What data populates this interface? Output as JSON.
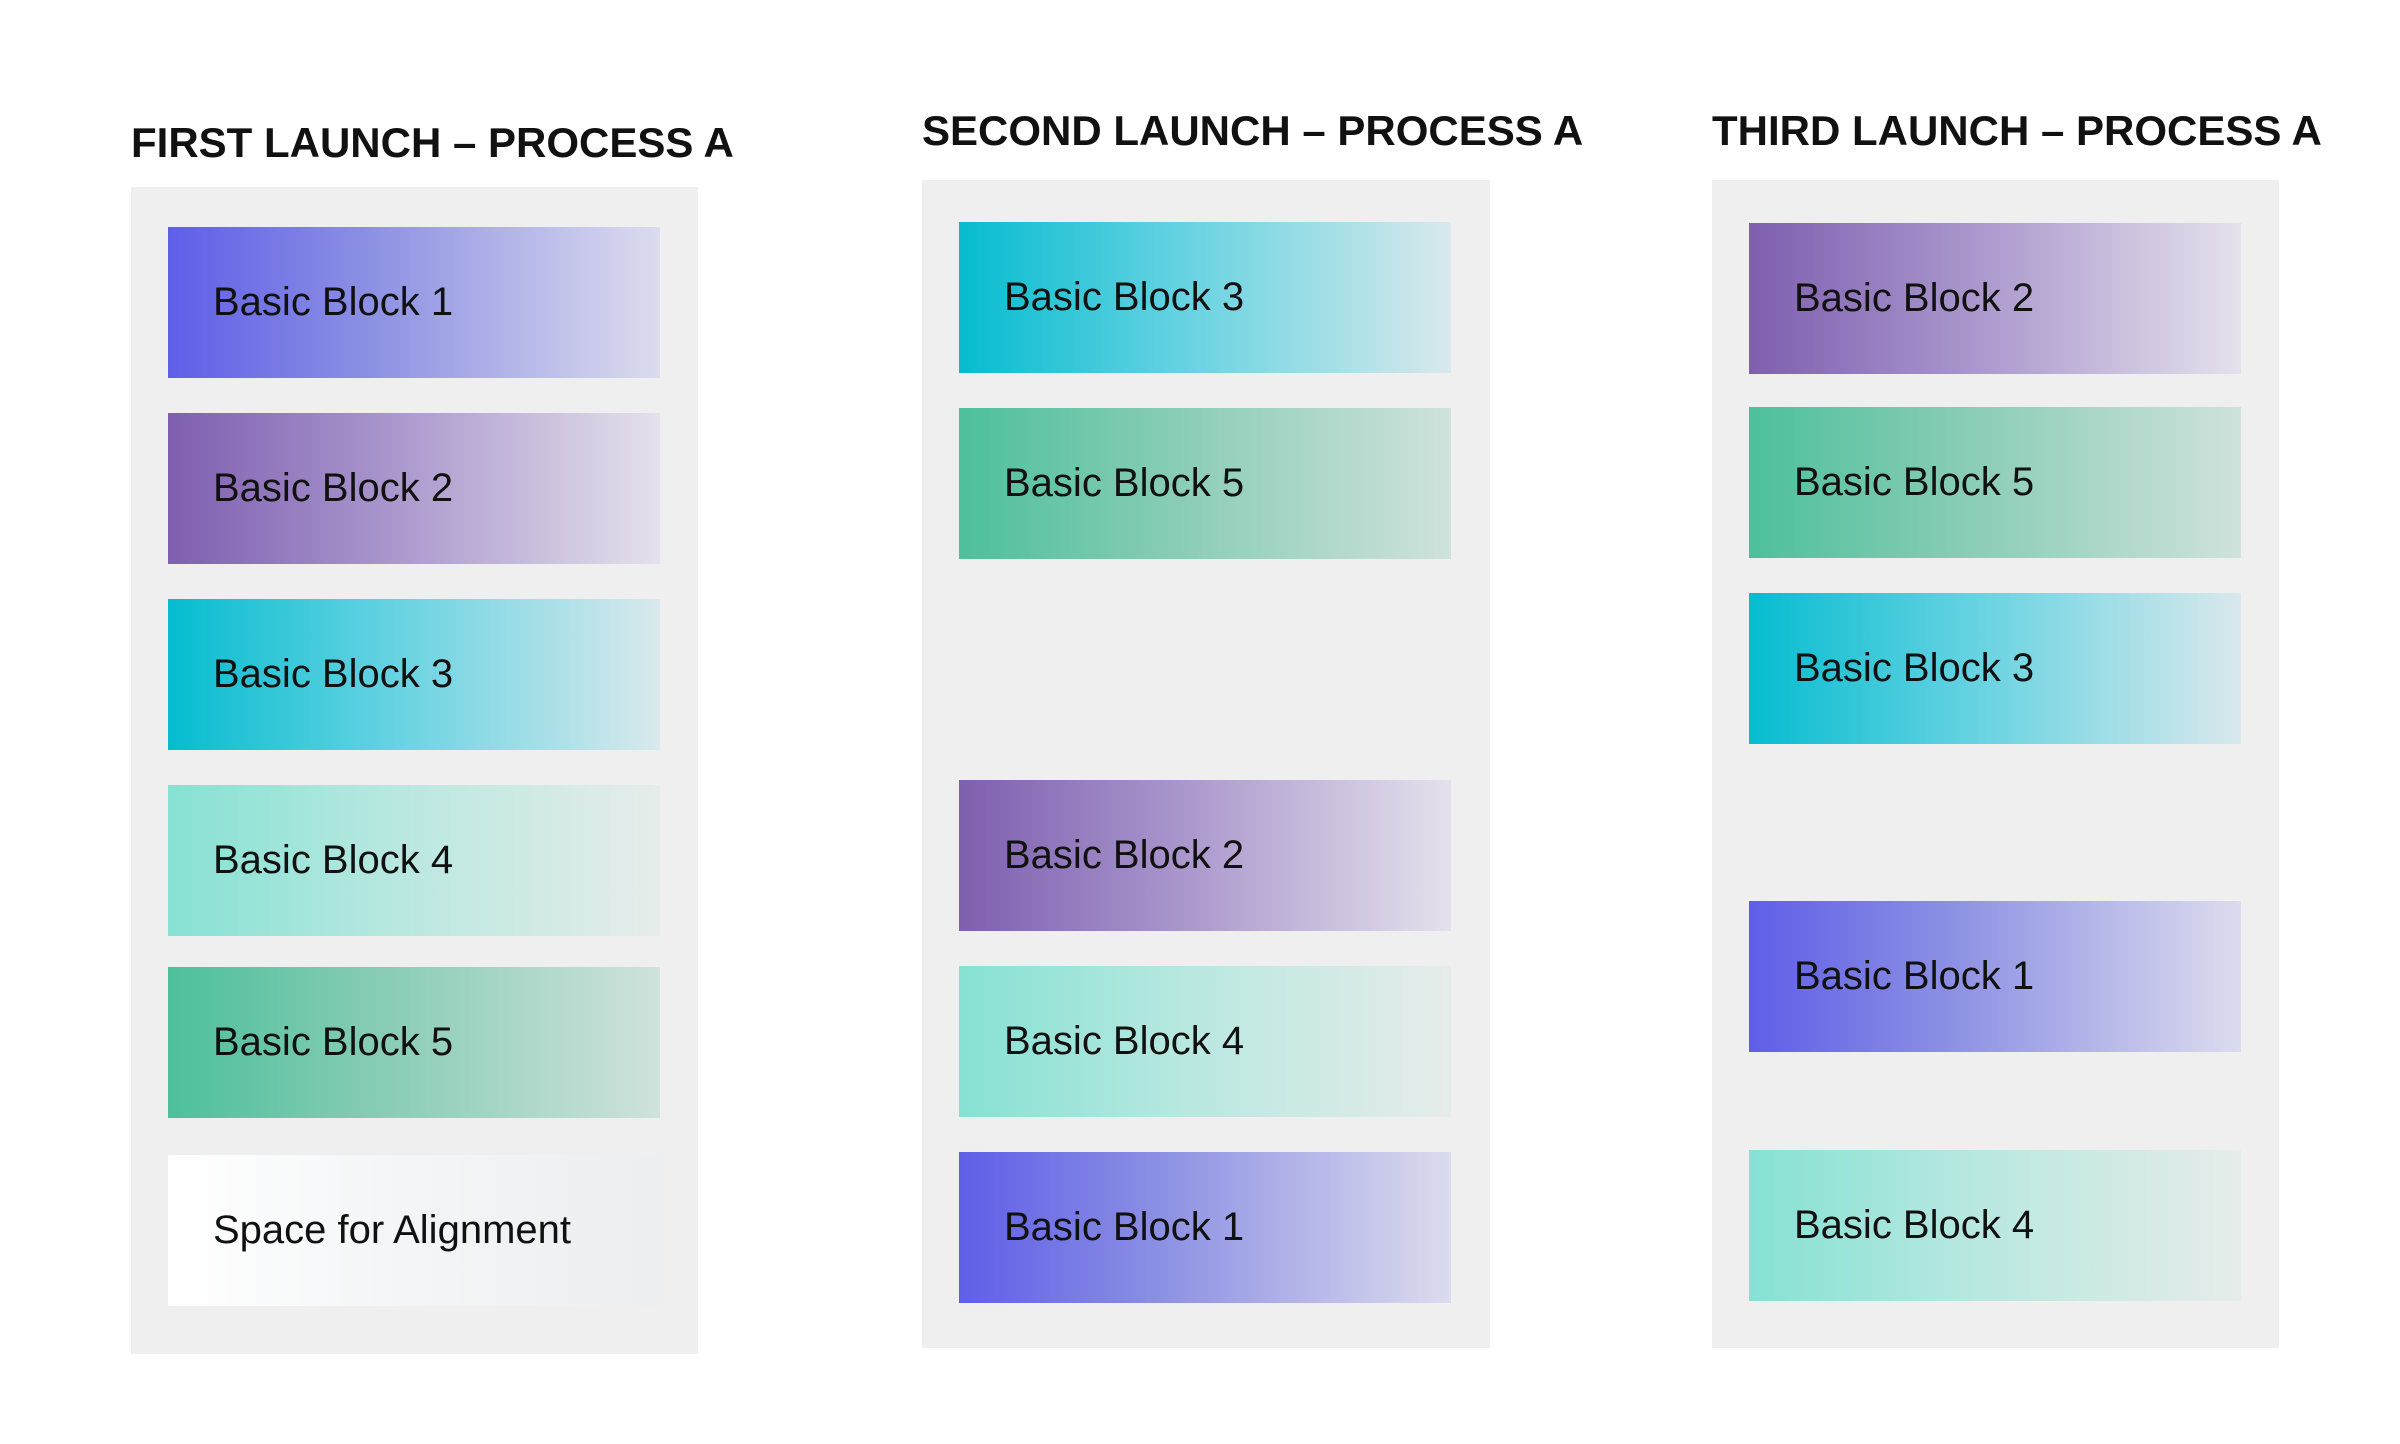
{
  "columns": [
    {
      "title": "FIRST LAUNCH – PROCESS A",
      "blocks": [
        {
          "label": "Basic Block 1",
          "color": "blue"
        },
        {
          "label": "Basic Block 2",
          "color": "purple"
        },
        {
          "label": "Basic Block 3",
          "color": "cyan"
        },
        {
          "label": "Basic Block 4",
          "color": "mint"
        },
        {
          "label": "Basic Block 5",
          "color": "green"
        },
        {
          "label": "Space for Alignment",
          "color": "white"
        }
      ]
    },
    {
      "title": "SECOND LAUNCH – PROCESS A",
      "blocks": [
        {
          "label": "Basic Block 3",
          "color": "cyan"
        },
        {
          "label": "Basic Block 5",
          "color": "green"
        },
        {
          "label": "Basic Block 2",
          "color": "purple"
        },
        {
          "label": "Basic Block 4",
          "color": "mint"
        },
        {
          "label": "Basic Block 1",
          "color": "blue"
        }
      ]
    },
    {
      "title": "THIRD LAUNCH – PROCESS A",
      "blocks": [
        {
          "label": "Basic Block 2",
          "color": "purple"
        },
        {
          "label": "Basic Block 5",
          "color": "green"
        },
        {
          "label": "Basic Block 3",
          "color": "cyan"
        },
        {
          "label": "Basic Block 1",
          "color": "blue"
        },
        {
          "label": "Basic Block 4",
          "color": "mint"
        }
      ]
    }
  ],
  "colors": {
    "blue": "#5f5ee8",
    "purple": "#7e5fb0",
    "cyan": "#05bccf",
    "mint": "#86e1d3",
    "green": "#4dc09b",
    "white": "#ffffff",
    "panel": "#efefef"
  }
}
